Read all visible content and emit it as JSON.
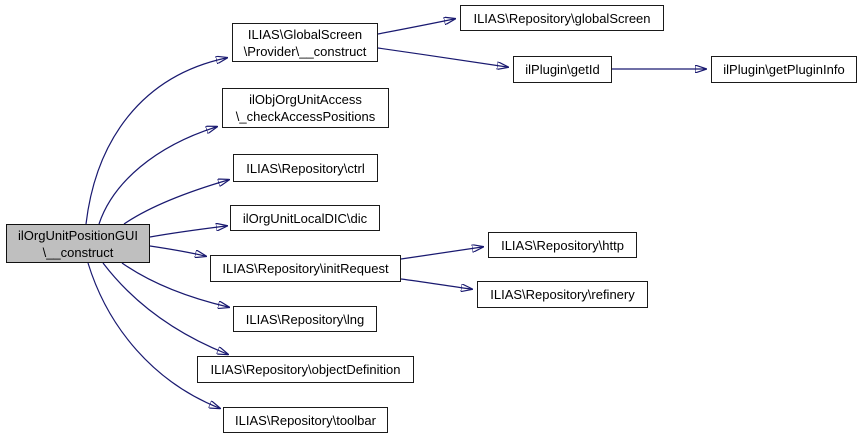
{
  "diagram": {
    "type": "call-graph",
    "background_color": "#ffffff",
    "edge_color": "#191970",
    "node_border_color": "#1a1a1a",
    "node_fill_color": "#ffffff",
    "highlight_fill_color": "#bfbfbf",
    "text_color": "#000000",
    "nodes": {
      "main": {
        "line1": "ilOrgUnitPositionGUI",
        "line2": "\\__construct",
        "highlighted": true
      },
      "provider": {
        "line1": "ILIAS\\GlobalScreen",
        "line2": "\\Provider\\__construct"
      },
      "checkaccess": {
        "line1": "ilObjOrgUnitAccess",
        "line2": "\\_checkAccessPositions"
      },
      "ctrl": {
        "line1": "ILIAS\\Repository\\ctrl"
      },
      "dic": {
        "line1": "ilOrgUnitLocalDIC\\dic"
      },
      "initrequest": {
        "line1": "ILIAS\\Repository\\initRequest"
      },
      "lng": {
        "line1": "ILIAS\\Repository\\lng"
      },
      "objectdef": {
        "line1": "ILIAS\\Repository\\objectDefinition"
      },
      "toolbar": {
        "line1": "ILIAS\\Repository\\toolbar"
      },
      "globalscreen": {
        "line1": "ILIAS\\Repository\\globalScreen"
      },
      "getid": {
        "line1": "ilPlugin\\getId"
      },
      "getplugininfo": {
        "line1": "ilPlugin\\getPluginInfo"
      },
      "http": {
        "line1": "ILIAS\\Repository\\http"
      },
      "refinery": {
        "line1": "ILIAS\\Repository\\refinery"
      }
    },
    "edges": [
      {
        "from": "main",
        "to": "provider"
      },
      {
        "from": "main",
        "to": "checkaccess"
      },
      {
        "from": "main",
        "to": "ctrl"
      },
      {
        "from": "main",
        "to": "dic"
      },
      {
        "from": "main",
        "to": "initrequest"
      },
      {
        "from": "main",
        "to": "lng"
      },
      {
        "from": "main",
        "to": "objectdef"
      },
      {
        "from": "main",
        "to": "toolbar"
      },
      {
        "from": "provider",
        "to": "globalscreen"
      },
      {
        "from": "provider",
        "to": "getid"
      },
      {
        "from": "getid",
        "to": "getplugininfo"
      },
      {
        "from": "initrequest",
        "to": "http"
      },
      {
        "from": "initrequest",
        "to": "refinery"
      }
    ]
  }
}
